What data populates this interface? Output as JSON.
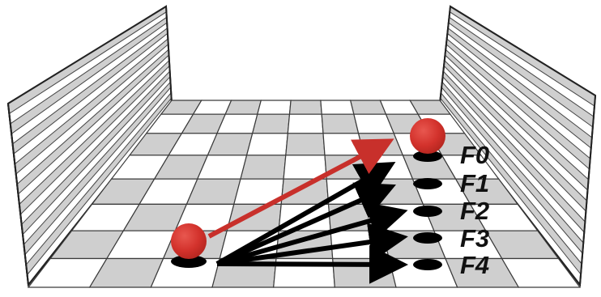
{
  "colors": {
    "background": "#ffffff",
    "grid_dark": "#cfcfcf",
    "grid_light": "#ffffff",
    "grid_line": "#3a3a3a",
    "wall_stripe_dark": "#cfcfcf",
    "ball": "#d3322c",
    "ball_arrow": "#c8302b",
    "force_arrows": "#000000",
    "shadow": "#000000"
  },
  "scene": {
    "ball_icon": "red-sphere",
    "walls": [
      "left-wall",
      "right-wall"
    ],
    "floor": "checkerboard-floor"
  },
  "targets": [
    {
      "label": "F0"
    },
    {
      "label": "F1"
    },
    {
      "label": "F2"
    },
    {
      "label": "F3"
    },
    {
      "label": "F4"
    }
  ]
}
